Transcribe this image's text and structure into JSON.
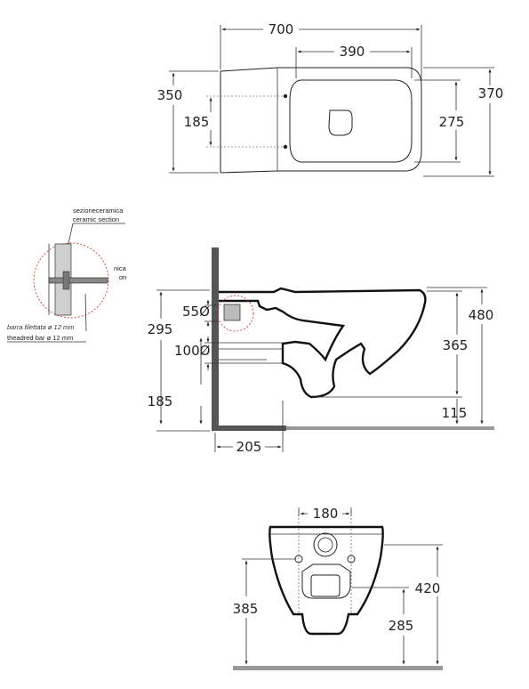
{
  "top_view": {
    "dim_length": "700",
    "dim_bowl_width": "390",
    "dim_width_left": "350",
    "dim_fix_spacing": "185",
    "dim_inner": "275",
    "dim_width_right": "370"
  },
  "detail": {
    "label_ceramic_it": "sezioneceramica",
    "label_ceramic_en": "ceramic section",
    "label_cut_a": "nica",
    "label_cut_b": "on",
    "label_bar_it": "barra filettata ø 12 mm",
    "label_bar_en": "theadred bar ø 12 mm"
  },
  "side_view": {
    "dim_inlet": "55Ø",
    "dim_outlet": "100Ø",
    "dim_fix_height": "295",
    "dim_floor_outlet": "185",
    "dim_projection": "205",
    "dim_total_height": "480",
    "dim_rim_height": "365",
    "dim_rim_offset": "115"
  },
  "front_view": {
    "dim_fix_spacing": "180",
    "dim_fix_height": "385",
    "dim_total_height": "420",
    "dim_outlet_height": "285"
  }
}
